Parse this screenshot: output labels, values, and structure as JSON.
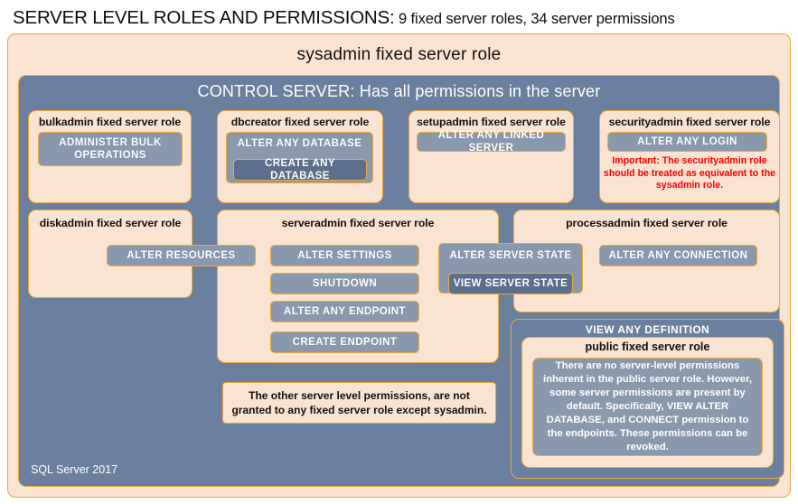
{
  "title": {
    "strong": "SERVER LEVEL ROLES AND PERMISSIONS:",
    "sub": " 9 fixed server roles, 34 server permissions"
  },
  "outer": {
    "sysadmin_label": "sysadmin fixed server role",
    "control_server_label": "CONTROL SERVER: Has all permissions in the server"
  },
  "roles": {
    "bulkadmin": {
      "label": "bulkadmin  fixed server role",
      "permissions": [
        "ADMINISTER  BULK OPERATIONS"
      ]
    },
    "dbcreator": {
      "label": "dbcreator fixed server role",
      "permissions": [
        "ALTER ANY DATABASE",
        "CREATE  ANY DATABASE"
      ]
    },
    "setupadmin": {
      "label": "setupadmin fixed server role",
      "permissions": [
        "ALTER ANY LINKED SERVER"
      ]
    },
    "securityadmin": {
      "label": "securityadmin  fixed server role",
      "permissions": [
        "ALTER ANY LOGIN"
      ],
      "warning": "Important:  The securityadmin role should  be treated  as equivalent to the  sysadmin role."
    },
    "diskadmin": {
      "label": "diskadmin  fixed server role",
      "permissions": [
        "ALTER RESOURCES"
      ]
    },
    "serveradmin": {
      "label": "serveradmin fixed server role",
      "permissions": [
        "ALTER SETTINGS",
        "SHUTDOWN",
        "ALTER ANY ENDPOINT",
        "CREATE  ENDPOINT"
      ]
    },
    "shared": {
      "alter_server_state": "ALTER SERVER  STATE",
      "view_server_state": "VIEW SERVER  STATE"
    },
    "processadmin": {
      "label": "processadmin fixed server role",
      "permissions": [
        "ALTER ANY CONNECTION"
      ]
    },
    "public": {
      "view_any_definition": "VIEW ANY DEFINITION",
      "label": "public  fixed server role",
      "note": "There are no server-level permissions inherent in the public server role. However, some server permissions are present by default. Specifically, VIEW ALTER DATABASE, and CONNECT permission to the endpoints. These permissions can be revoked."
    }
  },
  "notes": {
    "other_permissions": "The other server level permissions,  are not granted to any fixed server role except sysadmin."
  },
  "footer": {
    "version": "SQL Server 2017"
  },
  "colors": {
    "cream": "#FBE3D2",
    "gold_border": "#E8A93A",
    "slate": "#6B7F9E",
    "chip": "#8A98AE",
    "chip_dark": "#5C6F8C",
    "warning_red": "#FF0000"
  }
}
